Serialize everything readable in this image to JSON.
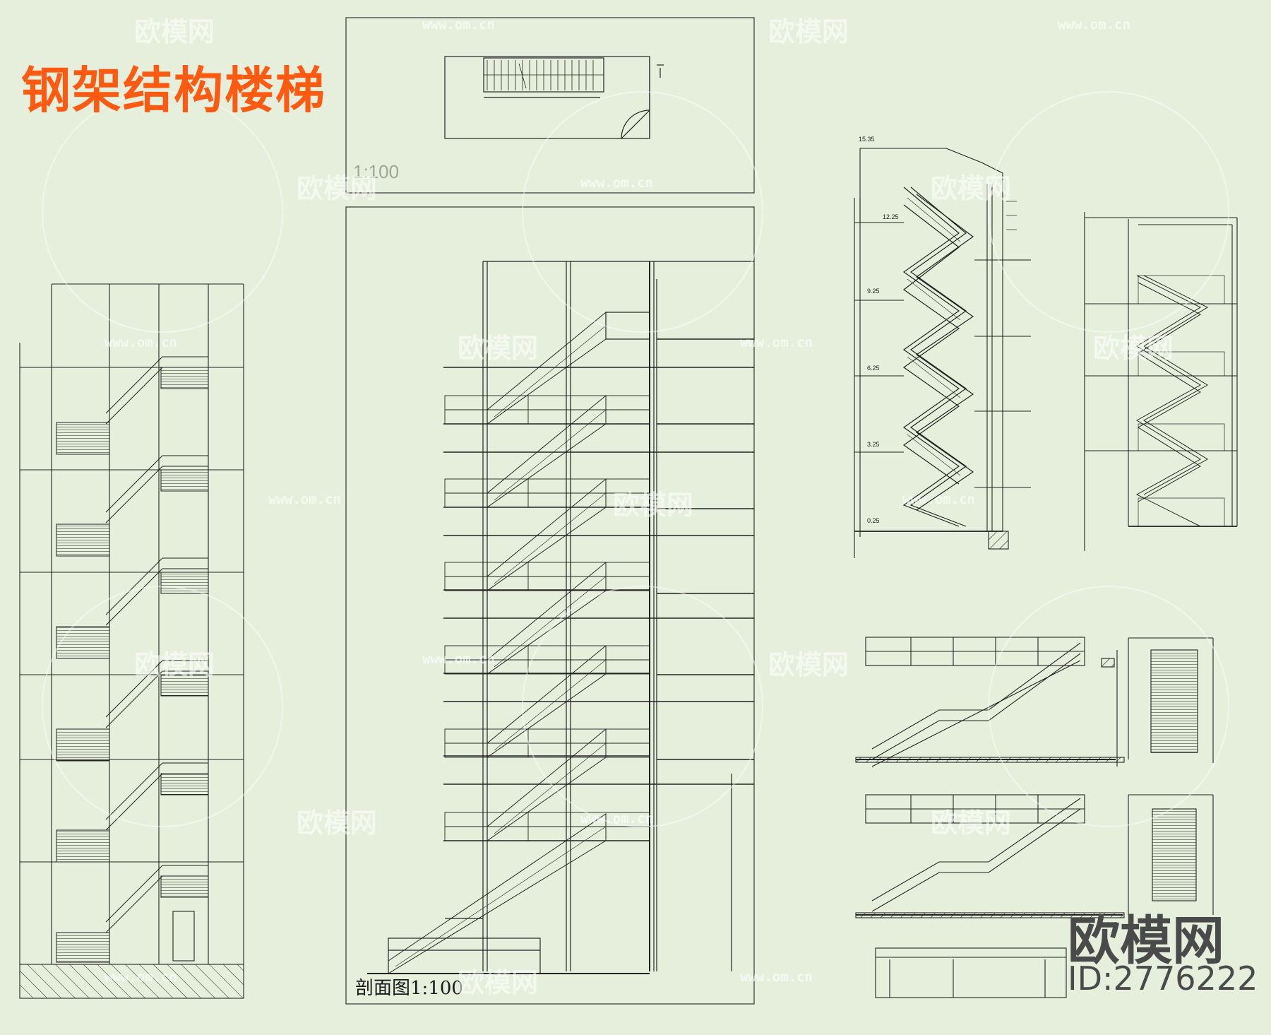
{
  "title": "钢架结构楼梯",
  "scale_label": "1:100",
  "section_label": "剖面图1:100",
  "brand": {
    "name": "欧模网",
    "id": "ID:2776222"
  },
  "watermark": {
    "site_name": "欧模网",
    "url": "www.om.cn"
  },
  "elevation_labels": [
    "15.35",
    "12.25",
    "9.25",
    "6.25",
    "3.25",
    "0.25"
  ],
  "colors": {
    "background": "#e6efdc",
    "title": "#ff5a12",
    "ink": "#1a1a1a",
    "brand": "#4a4a4a"
  }
}
